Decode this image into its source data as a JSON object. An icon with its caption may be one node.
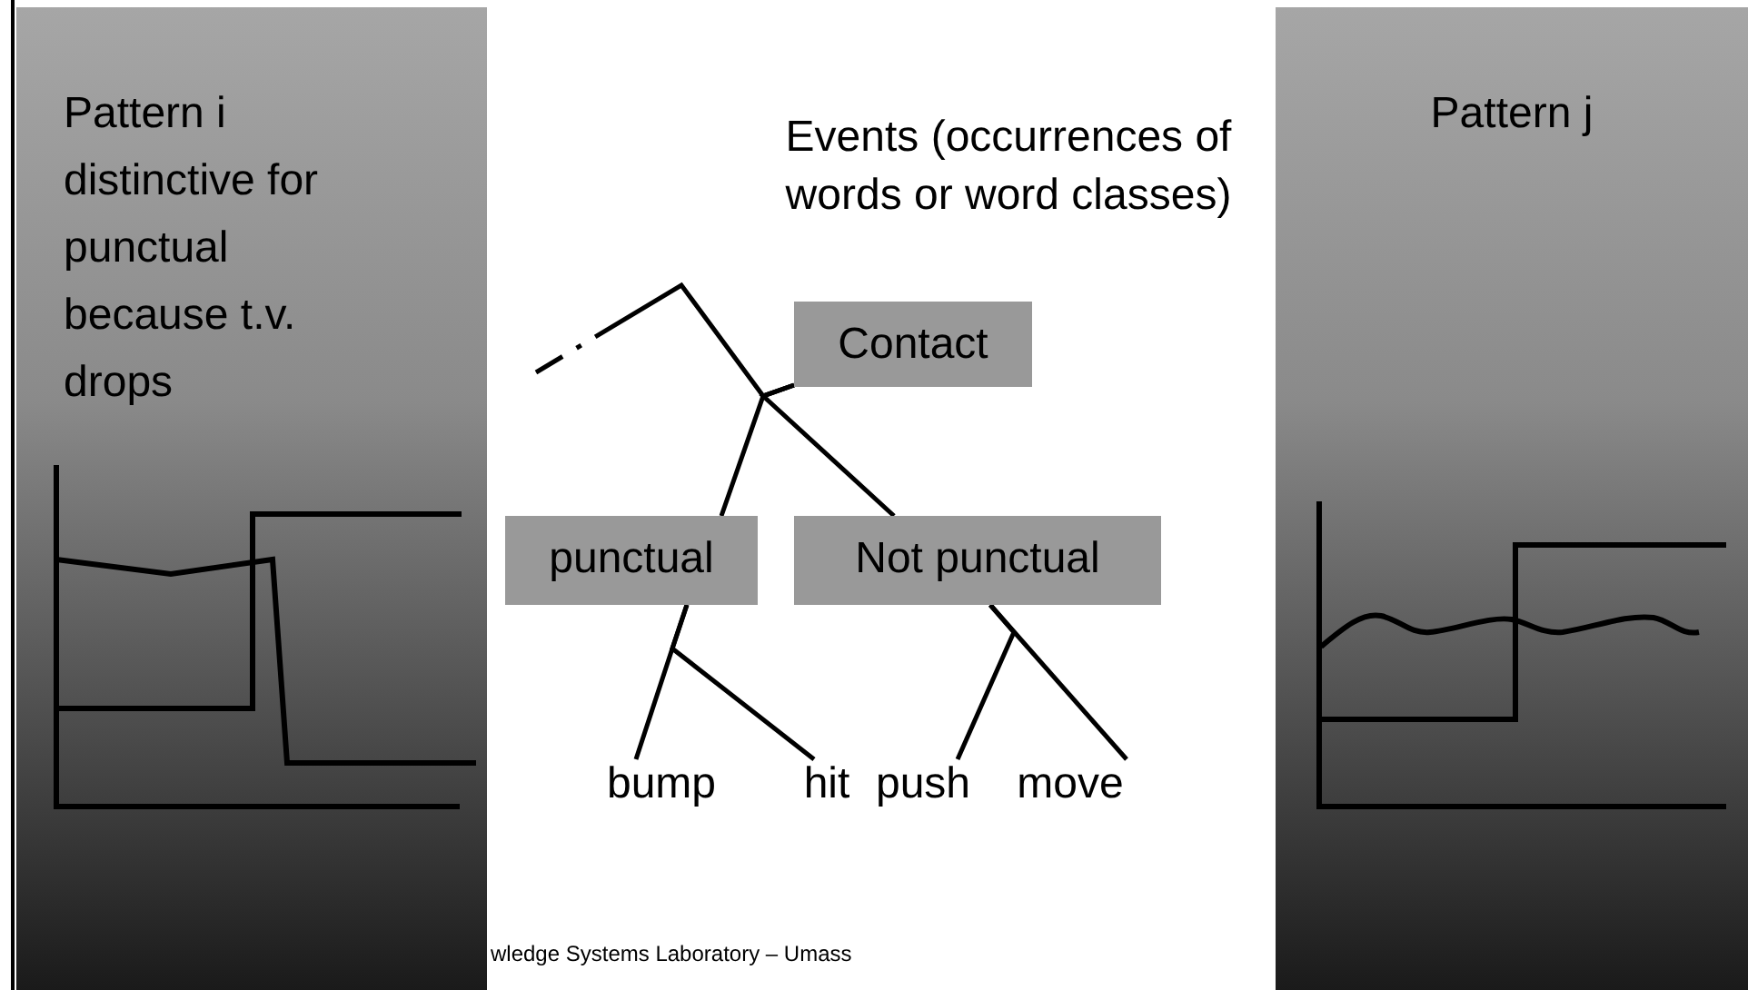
{
  "diagram": {
    "nodes": [
      {
        "text": [
          "Pattern i distinctive for punctual because t.v. drops"
        ]
      },
      {
        "text": [
          "Pattern j"
        ]
      },
      {
        "text": [
          "Contact"
        ]
      },
      {
        "text": [
          "punctual"
        ]
      },
      {
        "text": [
          "Not punctual"
        ]
      },
      {
        "text": [
          "bump"
        ]
      },
      {
        "text": [
          "hit"
        ]
      },
      {
        "text": [
          "push"
        ]
      },
      {
        "text": [
          "move"
        ]
      }
    ],
    "edges": [
      {
        "from": null,
        "to": 2,
        "arrow": "none",
        "style": "dashed"
      },
      {
        "from": 2,
        "to": 3,
        "arrow": "none"
      },
      {
        "from": 2,
        "to": 4,
        "arrow": "none"
      },
      {
        "from": 3,
        "to": 5,
        "arrow": "none"
      },
      {
        "from": 3,
        "to": 6,
        "arrow": "none"
      },
      {
        "from": 4,
        "to": 7,
        "arrow": "none"
      },
      {
        "from": 4,
        "to": 8,
        "arrow": "none"
      }
    ],
    "labels": [
      "Events (occurrences of words or word classes)",
      "wledge Systems Laboratory – Umass"
    ]
  }
}
